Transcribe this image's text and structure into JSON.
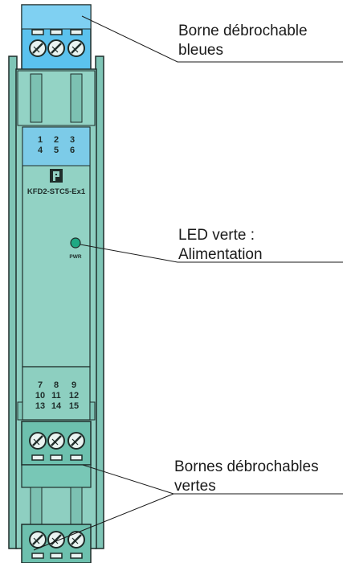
{
  "device": {
    "model": "KFD2-STC5-Ex1",
    "led_label": "PWR",
    "top_terminals": [
      [
        "1",
        "2",
        "3"
      ],
      [
        "4",
        "5",
        "6"
      ]
    ],
    "bottom_terminals": [
      [
        "7",
        "8",
        "9"
      ],
      [
        "10",
        "11",
        "12"
      ],
      [
        "13",
        "14",
        "15"
      ]
    ],
    "colors": {
      "housing": "#8ecfc1",
      "housing_dark": "#4f9a8c",
      "blue_terminal": "#5bc2ee",
      "label_blue": "#7ccbe8",
      "green_terminal": "#6dc0ae",
      "led": "#1fa883"
    },
    "logo": "pepperl-fuchs-logo"
  },
  "callouts": {
    "blue_terminal": [
      "Borne débrochable",
      "bleues"
    ],
    "led": [
      "LED verte :",
      "Alimentation"
    ],
    "green_terminals": [
      "Bornes débrochables",
      "vertes"
    ]
  }
}
